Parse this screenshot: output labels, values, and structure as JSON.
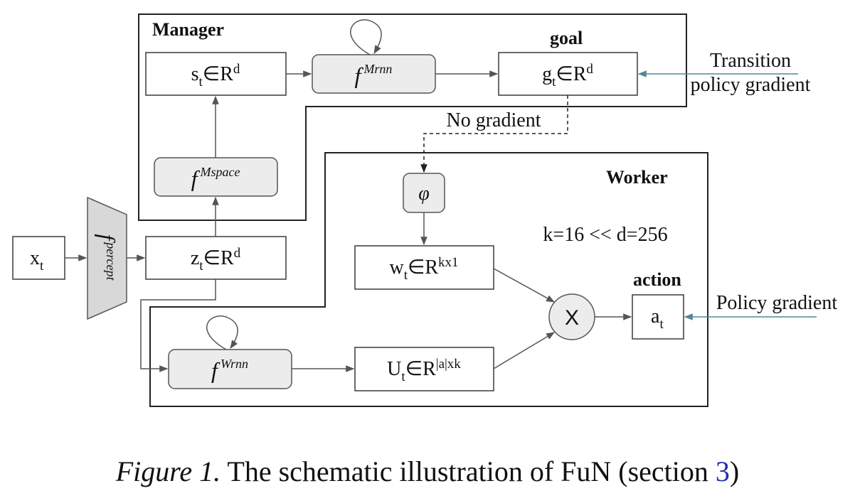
{
  "groups": {
    "manager": "Manager",
    "worker": "Worker",
    "goal": "goal",
    "action": "action"
  },
  "nodes": {
    "x_t": {
      "main": "x",
      "sub": "t"
    },
    "f_percept": {
      "f": "f",
      "sup": "percept"
    },
    "z_t": {
      "main": "z",
      "sub": "t",
      "rel": "∈R",
      "sup": "d"
    },
    "f_mspace": {
      "f": "f",
      "sup": "Mspace"
    },
    "s_t": {
      "main": "s",
      "sub": "t",
      "rel": "∈R",
      "sup": "d"
    },
    "f_mrnn": {
      "f": "f",
      "sup": "Mrnn"
    },
    "g_t": {
      "main": "g",
      "sub": "t",
      "rel": "∈R",
      "sup": "d"
    },
    "phi": {
      "text": "φ"
    },
    "w_t": {
      "main": "w",
      "sub": "t",
      "rel": "∈R",
      "sup": "kx1"
    },
    "f_wrnn": {
      "f": "f",
      "sup": "Wrnn"
    },
    "u_t": {
      "main": "U",
      "sub": "t",
      "rel": "∈R",
      "sup": "|a|xk"
    },
    "multiply": {
      "text": "X"
    },
    "a_t": {
      "main": "a",
      "sub": "t"
    }
  },
  "annotations": {
    "no_gradient": "No gradient",
    "transition_line1": "Transition",
    "transition_line2": "policy gradient",
    "policy_gradient": "Policy gradient",
    "k_d": "k=16 << d=256"
  },
  "caption": {
    "lead": "Figure 1.",
    "text": "The schematic illustration of FuN (section ",
    "ref": "3",
    "tail": ")"
  },
  "colors": {
    "box_fill_gray": "#ececec",
    "gradient_arrow": "#4f8a93",
    "caption_ref": "#1f2fa8"
  }
}
